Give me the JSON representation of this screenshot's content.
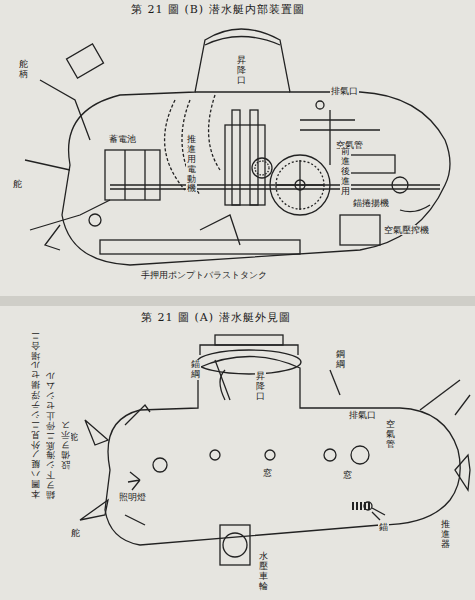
{
  "diagram": {
    "title": "第 21 圖 (B) 潜水艇内部装置圖",
    "labels": [
      "昇降口",
      "排氣口",
      "空氣管",
      "舵柄",
      "蓄電池",
      "推進用電動機",
      "錨捲揚機",
      "空氣壓搾機",
      "前進後進用",
      "手押用ポンプトバラストタンク",
      "舵",
      "第 21 圖 (A) 潜水艇外見圖",
      "昇降口",
      "錨綱",
      "鋼綱",
      "排氣口",
      "空氣管",
      "窓",
      "窓",
      "舵",
      "舵",
      "推進器",
      "錨",
      "水壓車輪",
      "照明燈",
      "本圖ハ艇ノ外見ニシテ浮揚セル場合ニ",
      "錨ヲ下シ海底ニ停止セシムル",
      "設備ヲ示ス"
    ]
  }
}
